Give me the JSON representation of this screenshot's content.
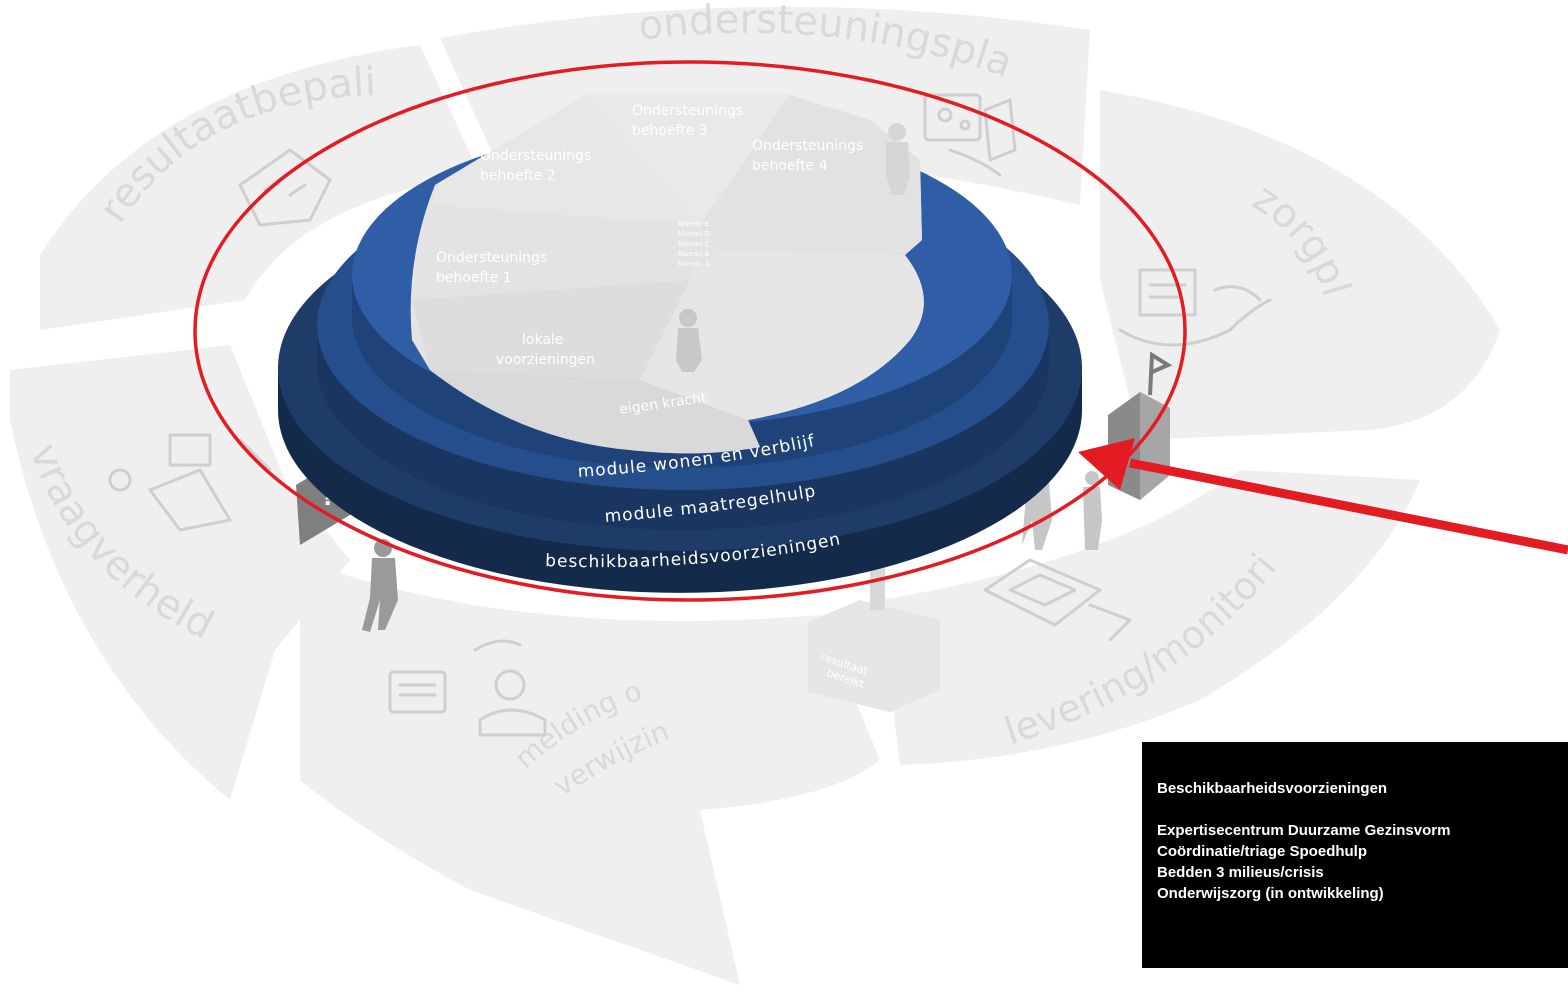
{
  "process_steps": {
    "ondersteuningsplan": "ondersteuningsplan",
    "resultaatbepaling": "resultaatbepaling",
    "zorgplan": "zorgplan",
    "vraagverheldering": "vraagverheldering",
    "melding_of_verwijzing": [
      "melding of",
      "verwijzing"
    ],
    "levering_monitoring": "levering/monitoring"
  },
  "support_slices": {
    "behoefte_1": [
      "Ondersteunings",
      "behoefte 1"
    ],
    "behoefte_2": [
      "Ondersteunings",
      "behoefte 2"
    ],
    "behoefte_3": [
      "Ondersteunings",
      "behoefte 3"
    ],
    "behoefte_4": [
      "Ondersteunings",
      "behoefte 4"
    ],
    "lokale_voorzieningen": [
      "lokale",
      "voorzieningen"
    ],
    "eigen_kracht": "eigen kracht"
  },
  "levels": [
    "Niveau E",
    "Niveau D",
    "Niveau C",
    "Niveau B",
    "Niveau A"
  ],
  "modules": {
    "wonen": "module wonen en verblijf",
    "maatregel": "module maatregelhulp",
    "beschikbaarheid": "beschikbaarheidsvoorzieningen"
  },
  "result_box": [
    "resultaat",
    "bereikt"
  ],
  "question_mark": "?",
  "info_box": {
    "title": "Beschikbaarheidsvoorzieningen",
    "items": [
      "Expertisecentrum Duurzame Gezinsvorm",
      "Coördinatie/triage Spoedhulp",
      "Bedden 3 milieus/crisis",
      "Onderwijszorg (in ontwikkeling)"
    ]
  },
  "colors": {
    "outer_ring": "#efefef",
    "outer_text": "#d9d9d9",
    "platform_top": "#e8e8e8",
    "band_top_blue": "#2f5ea6",
    "band_mid_blue": "#254e8c",
    "band_dark_blue": "#1e3c67",
    "band_darkest_blue": "#142a4a",
    "highlight_ellipse": "#e31b23",
    "arrow": "#e31b23",
    "info_box_bg": "#000000",
    "info_box_text": "#ffffff"
  }
}
